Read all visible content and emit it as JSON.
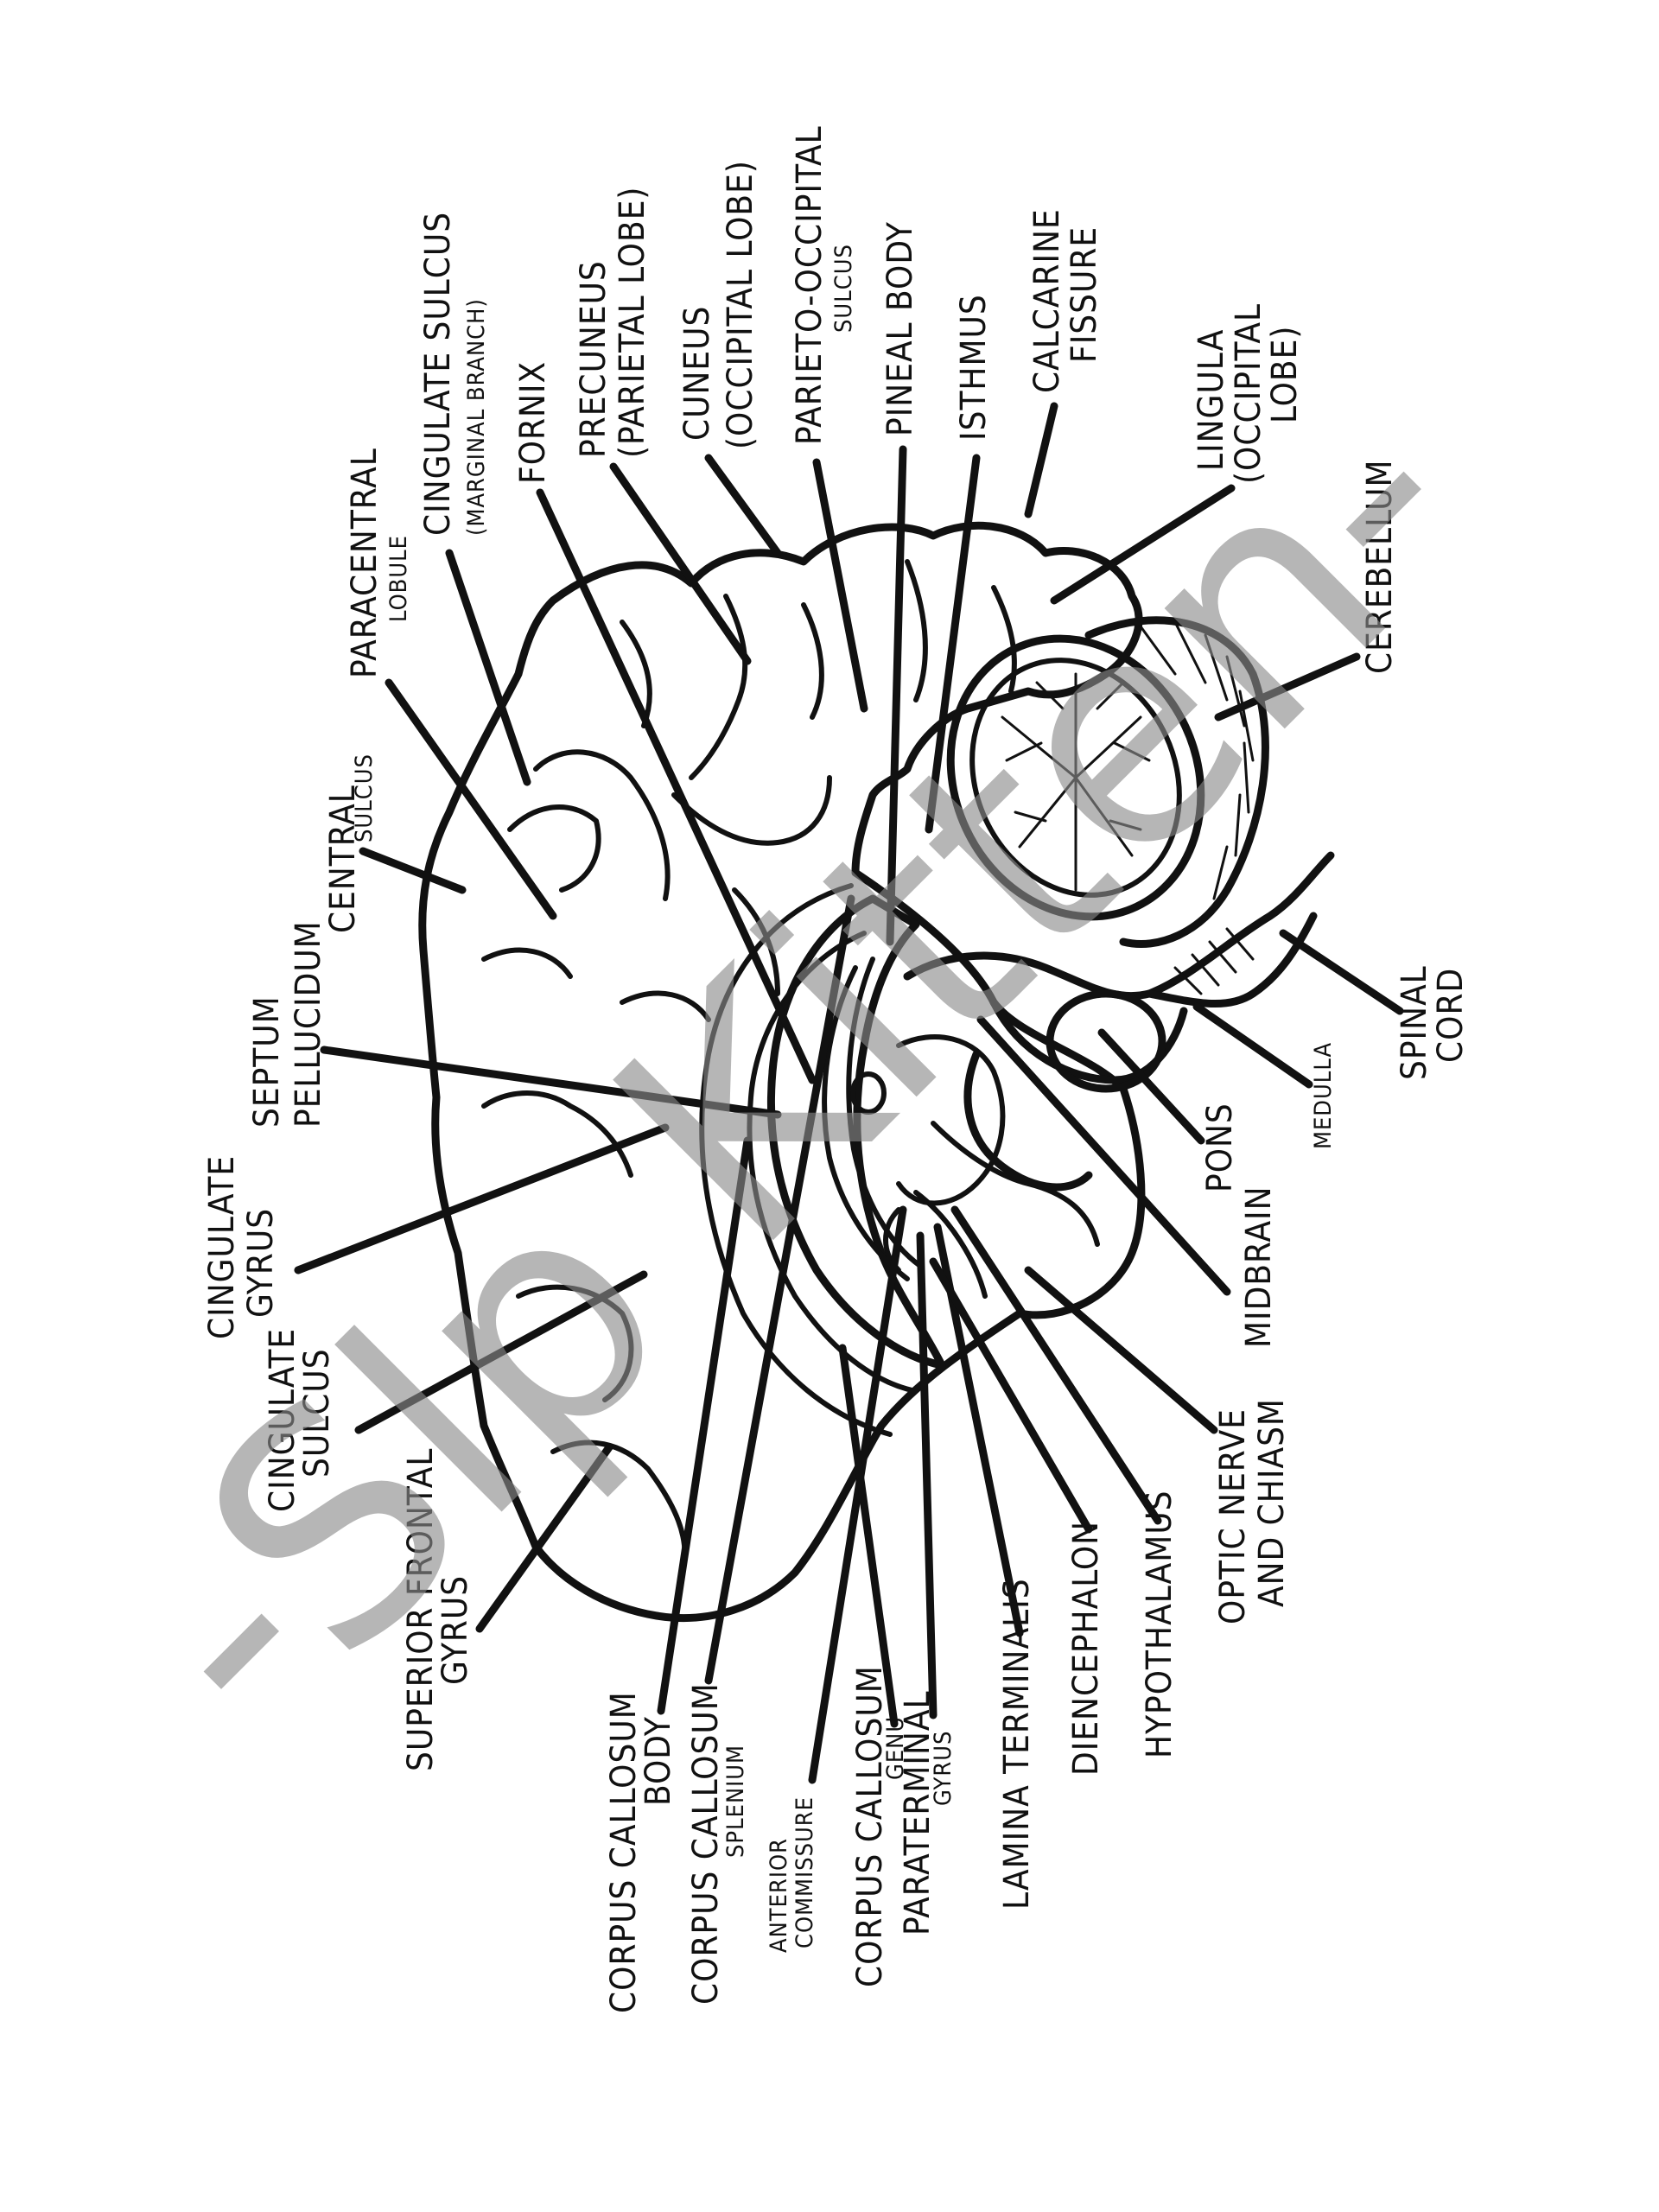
{
  "watermark": "-Slp Kitten-",
  "labels": {
    "paracentral": "PARACENTRAL",
    "paracentral_sub": "LOBULE",
    "cingulate_sulcus_mb": "CINGULATE SULCUS",
    "cingulate_sulcus_mb_sub": "(MARGINAL BRANCH)",
    "fornix": "FORNIX",
    "precuneus": "PRECUNEUS",
    "precuneus_sub": "(PARIETAL LOBE)",
    "cuneus": "CUNEUS",
    "cuneus_sub": "(OCCIPITAL LOBE)",
    "parieto_occipital": "PARIETO-OCCIPITAL",
    "parieto_occipital_sub": "SULCUS",
    "pineal_body": "PINEAL BODY",
    "isthmus": "ISTHMUS",
    "calcarine": "CALCARINE",
    "calcarine_sub": "FISSURE",
    "lingula": "LINGULA",
    "lingula_sub1": "(OCCIPITAL",
    "lingula_sub2": "LOBE)",
    "cerebellum": "CEREBELLUM",
    "central": "CENTRAL",
    "central_sub": "SULCUS",
    "septum": "SEPTUM",
    "septum_sub": "PELLUCIDUM",
    "cingulate_gyrus": "CINGULATE",
    "cingulate_gyrus_sub": "GYRUS",
    "cingulate_sulcus": "CINGULATE",
    "cingulate_sulcus_sub": "SULCUS",
    "superior_frontal": "SUPERIOR FRONTAL",
    "superior_frontal_sub": "GYRUS",
    "cc_body": "CORPUS CALLOSUM",
    "cc_body_sub": "BODY",
    "cc_splenium": "CORPUS CALLOSUM",
    "cc_splenium_sub": "SPLENIUM",
    "anterior_commissure": "ANTERIOR",
    "anterior_commissure_sub": "COMMISSURE",
    "cc_genu": "CORPUS CALLOSUM",
    "cc_genu_sub": "GENU",
    "paraterminal": "PARATERMINAL",
    "paraterminal_sub": "GYRUS",
    "lamina_terminalis": "LAMINA TERMINALIS",
    "diencephalon": "DIENCEPHALON",
    "hypothalamus": "HYPOTHALAMUS",
    "optic": "OPTIC NERVE",
    "optic_sub": "AND CHIASM",
    "midbrain": "MIDBRAIN",
    "pons": "PONS",
    "medulla": "MEDULLA",
    "spinal": "SPINAL",
    "spinal_sub": "CORD"
  },
  "icons": {
    "brain": "brain-sagittal-section-icon",
    "cerebellum": "cerebellum-arbor-vitae-icon",
    "brainstem": "brainstem-icon"
  }
}
